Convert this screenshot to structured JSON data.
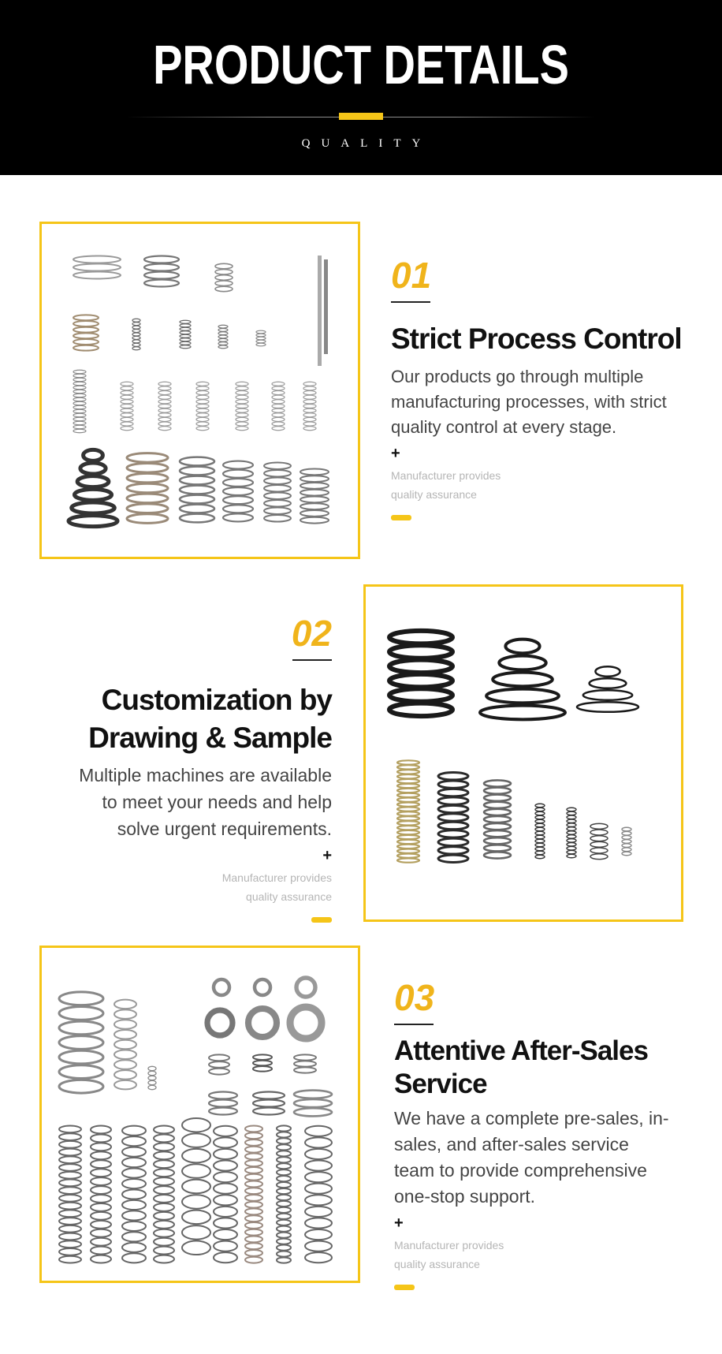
{
  "header": {
    "title": "PRODUCT DETAILS",
    "subtitle": "QUALITY",
    "accent_color": "#f5c518"
  },
  "sections": [
    {
      "number": "01",
      "heading": "Strict Process Control",
      "body": "Our products go through multiple manufacturing processes, with strict quality control at every stage.",
      "plus": "+",
      "note_line1": "Manufacturer provides",
      "note_line2": "quality assurance",
      "image": "assorted-compression-springs"
    },
    {
      "number": "02",
      "heading_line1": "Customization by",
      "heading_line2": "Drawing & Sample",
      "body": "Multiple machines are available to meet your needs and help solve urgent requirements.",
      "plus": "+",
      "note_line1": "Manufacturer provides",
      "note_line2": "quality assurance",
      "image": "black-and-conical-springs"
    },
    {
      "number": "03",
      "heading_line1": "Attentive After-Sales",
      "heading_line2": "Service",
      "body": "We have a complete pre-sales, in-sales, and after-sales service team to provide comprehensive one-stop support.",
      "plus": "+",
      "note_line1": "Manufacturer provides",
      "note_line2": "quality assurance",
      "image": "springs-and-spring-washers"
    }
  ]
}
